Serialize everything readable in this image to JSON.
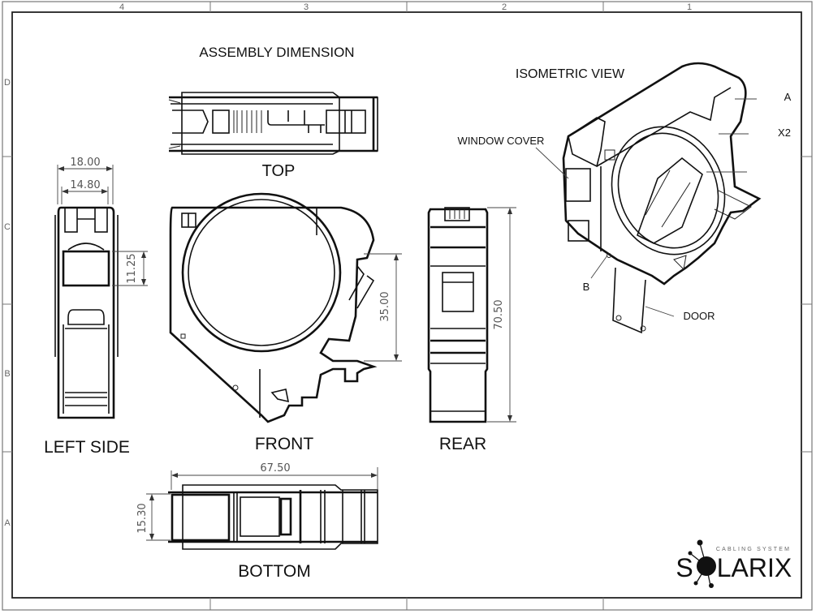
{
  "sheet": {
    "title": "ASSEMBLY DIMENSION",
    "columns": [
      "4",
      "3",
      "2",
      "1"
    ],
    "rows": [
      "D",
      "C",
      "B",
      "A"
    ]
  },
  "views": {
    "top": {
      "label": "TOP"
    },
    "left_side": {
      "label": "LEFT SIDE"
    },
    "front": {
      "label": "FRONT"
    },
    "rear": {
      "label": "REAR"
    },
    "bottom": {
      "label": "BOTTOM"
    },
    "isometric": {
      "label": "ISOMETRIC VIEW"
    }
  },
  "dimensions": {
    "left_side_width_outer": "18.00",
    "left_side_width_inner": "14.80",
    "left_side_window_height": "11.25",
    "front_height": "35.00",
    "rear_height": "70.50",
    "bottom_length": "67.50",
    "bottom_width": "15.30"
  },
  "callouts": {
    "window_cover": "WINDOW COVER",
    "a": "A",
    "x2": "X2",
    "b": "B",
    "door": "DOOR"
  },
  "logo": {
    "tagline": "CABLING SYSTEM",
    "brand_prefix": "S",
    "brand_suffix": "LARIX"
  }
}
